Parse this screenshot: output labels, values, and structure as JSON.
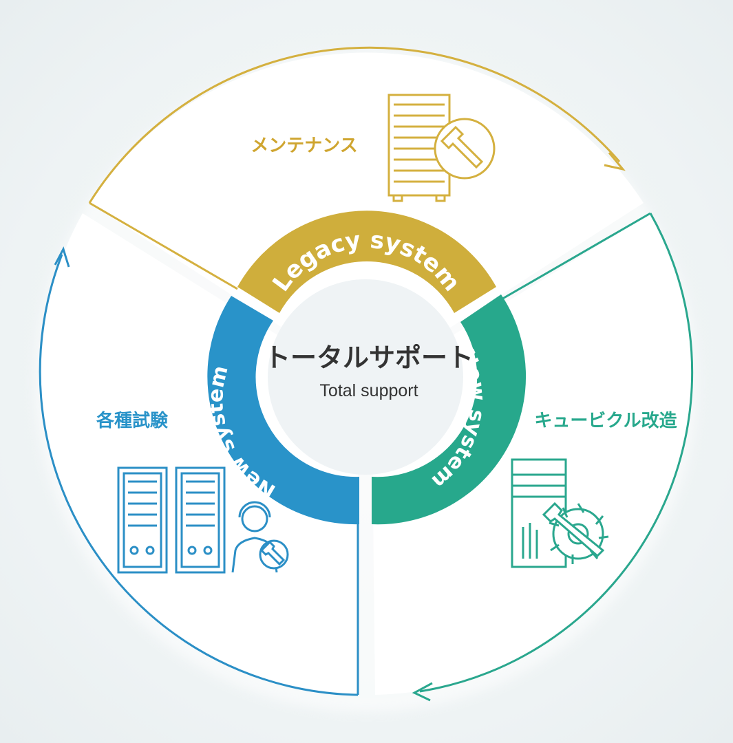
{
  "center": {
    "title": "トータルサポート",
    "subtitle": "Total support"
  },
  "ring": {
    "top_label": "Legacy system",
    "right_label": "New system",
    "left_label": "New system"
  },
  "segments": {
    "top_title": "メンテナンス",
    "right_title": "キュービクル改造",
    "left_title": "各種試験"
  },
  "colors": {
    "gold": "#cfae3c",
    "teal": "#27a88c",
    "blue": "#2993c9",
    "outline_gold": "#d4b03f",
    "outline_teal": "#2aa78e",
    "outline_blue": "#2b8fc6"
  },
  "icons": {
    "top": "server-wrench-icon",
    "right": "cabinet-gear-icon",
    "left": "servers-technician-icon"
  }
}
